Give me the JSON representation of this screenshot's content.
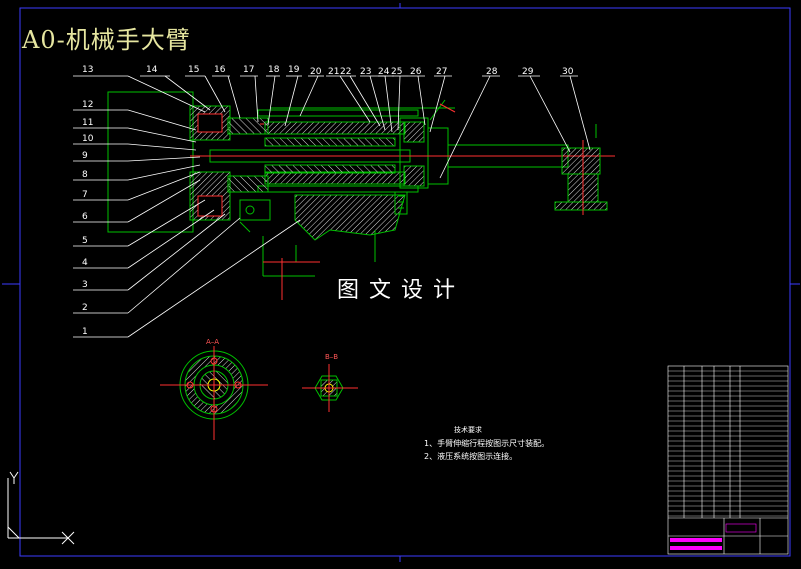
{
  "drawing": {
    "title": "A0-机械手大臂",
    "watermark": "图文设计",
    "section_a": "A–A",
    "section_b": "B–B",
    "notes_title": "技术要求",
    "notes": [
      "1、手臂伸缩行程按图示尺寸装配。",
      "2、液压系统按图示连接。"
    ]
  },
  "callouts": {
    "left": [
      "13",
      "12",
      "11",
      "10",
      "9",
      "8",
      "7",
      "6",
      "5",
      "4",
      "3",
      "2",
      "1"
    ],
    "top": [
      "14",
      "15",
      "16",
      "17",
      "18",
      "19",
      "20",
      "21",
      "22",
      "23",
      "24",
      "25",
      "26",
      "27",
      "28",
      "29",
      "30"
    ]
  },
  "colors": {
    "background": "#000000",
    "frame": "#3c3cff",
    "outline": "#00c000",
    "hatch": "#e8e8e8",
    "axis": "#ff3030",
    "text": "#ffffff",
    "title": "#e6e6a0",
    "dim": "#ffff00",
    "magenta": "#ff00ff"
  }
}
